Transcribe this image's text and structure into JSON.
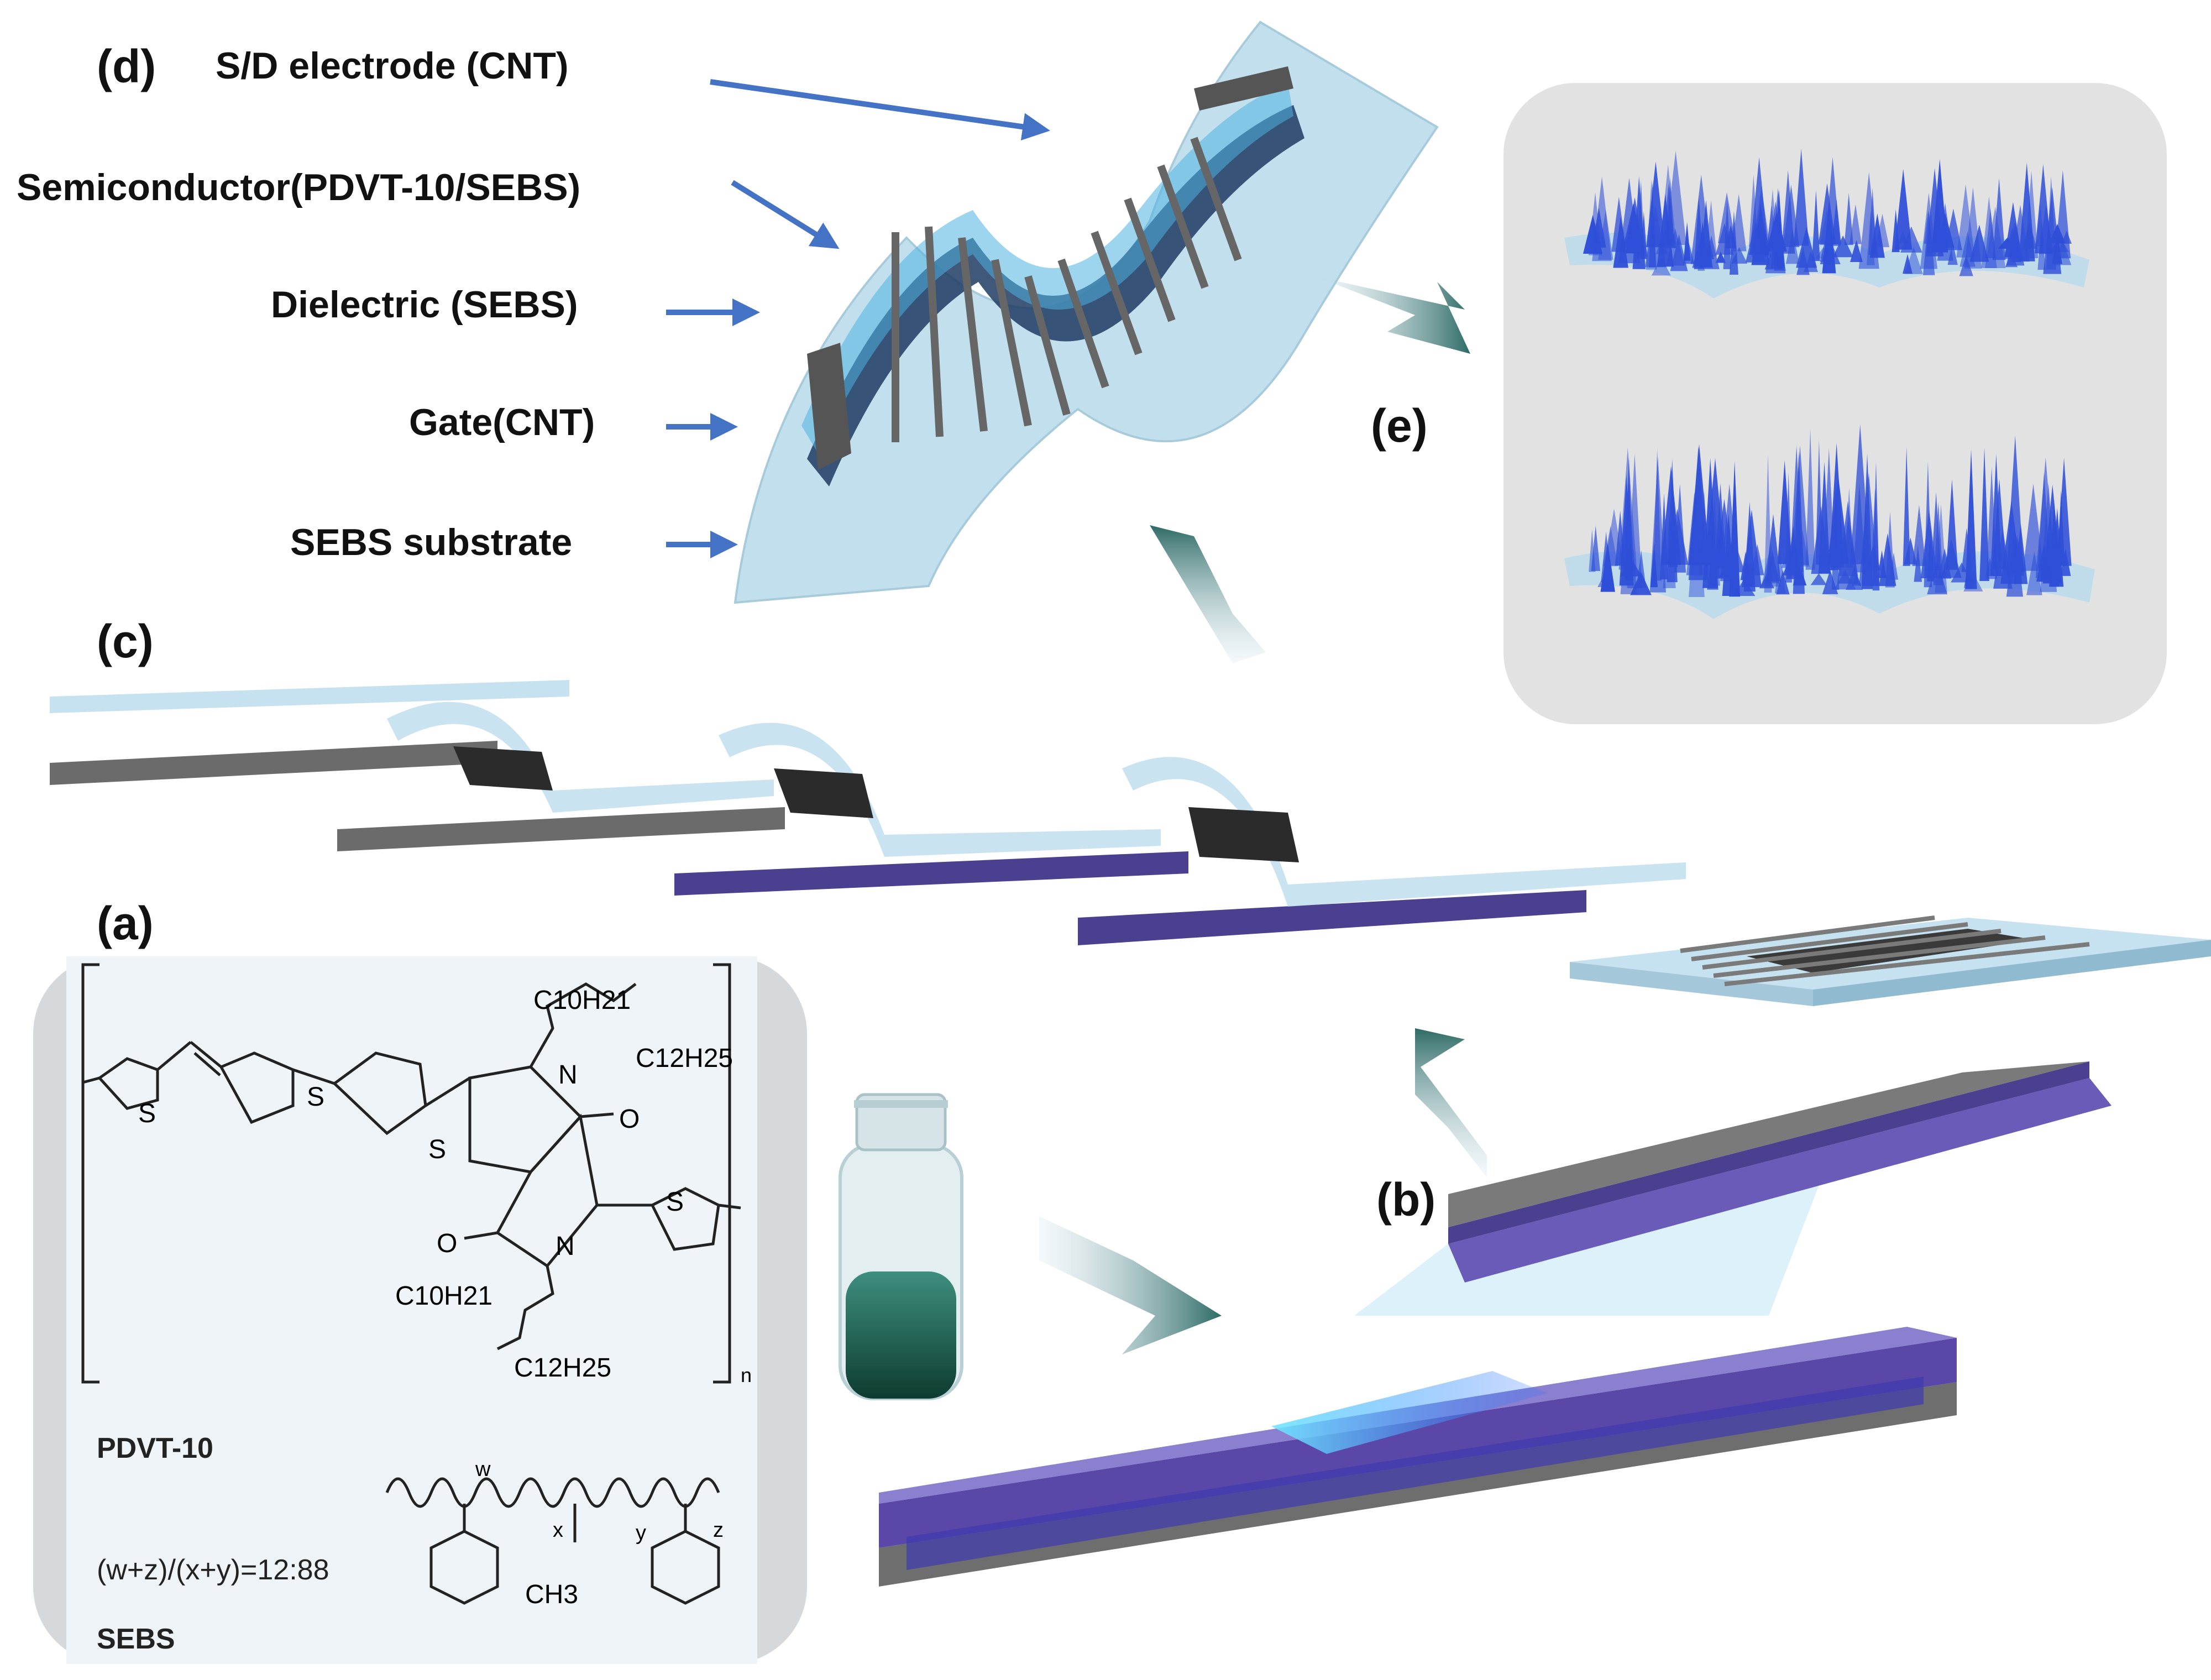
{
  "panels": {
    "a": "(a)",
    "b": "(b)",
    "c": "(c)",
    "d": "(d)",
    "e": "(e)"
  },
  "layers": {
    "sd_electrode": "S/D electrode (CNT)",
    "semiconductor": "Semiconductor(PDVT-10/SEBS)",
    "dielectric": "Dielectric (SEBS)",
    "gate": "Gate(CNT)",
    "substrate": "SEBS substrate"
  },
  "chemistry": {
    "pdvt_name": "PDVT-10",
    "sebs_name": "SEBS",
    "ratio": "(w+z)/(x+y)=12:88",
    "c10h21_top": "C10H21",
    "c12h25_top": "C12H25",
    "c10h21_bottom": "C10H21",
    "c12h25_bottom": "C12H25",
    "ch3": "CH3",
    "repeat_n": "n",
    "sub_w": "w",
    "sub_x": "x",
    "sub_y": "y",
    "sub_z": "z",
    "atom_s": "S",
    "atom_n": "N",
    "atom_o": "O"
  },
  "colors": {
    "arrow_blue": "#4472c4",
    "film": "#bcdcec",
    "purple_substrate": "#4b3f8f",
    "grey_substrate": "#6b6b6b",
    "spike_blue": "#2f4fd8",
    "panel_grey": "#e2e2e2",
    "chem_bg": "#eef4f7"
  }
}
